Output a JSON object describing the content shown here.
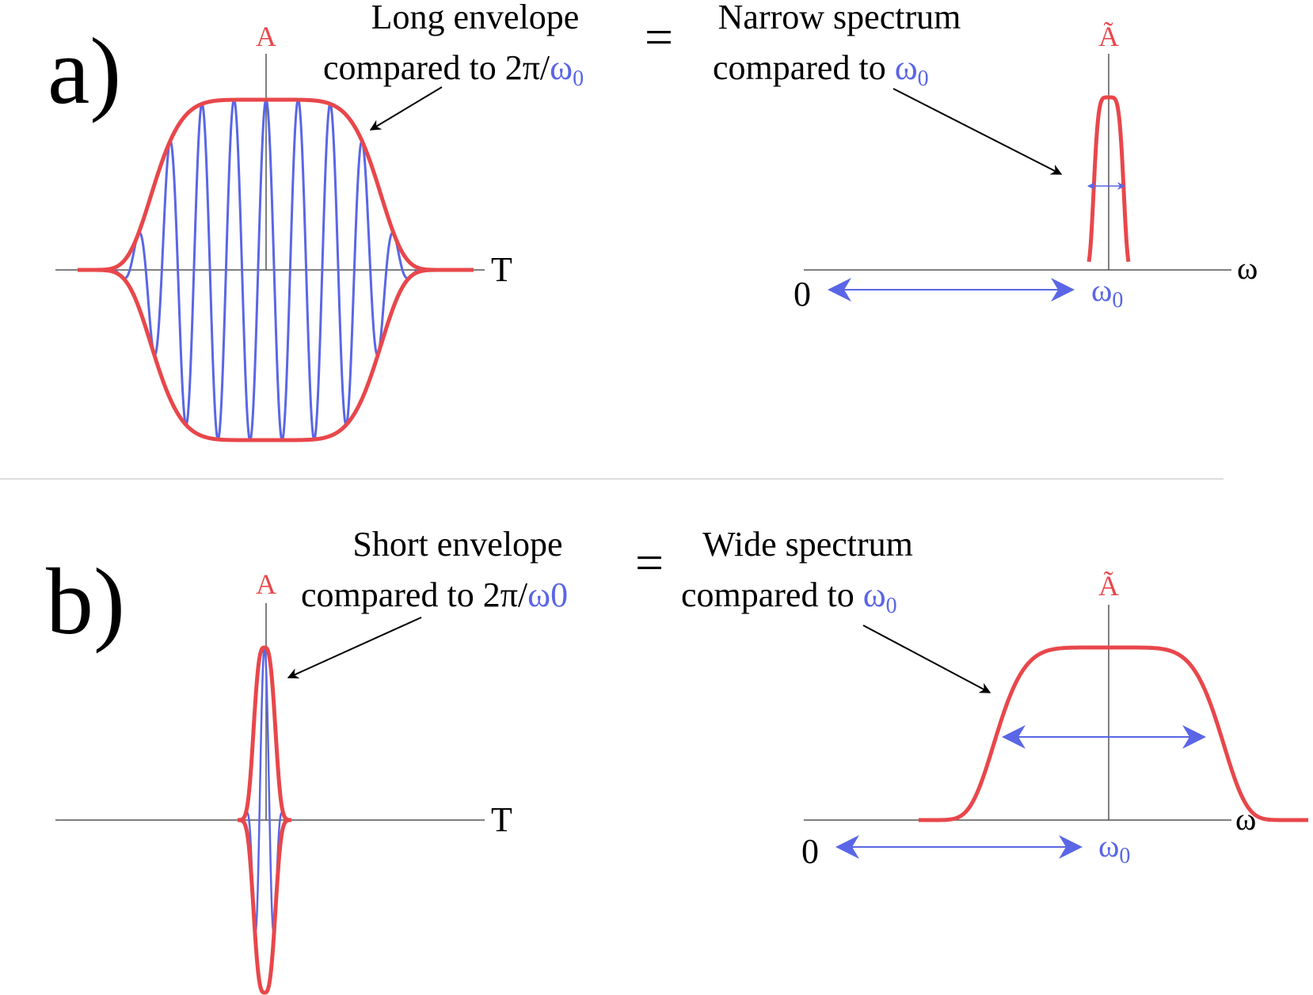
{
  "colors": {
    "envelope": "#e8474b",
    "carrier": "#5a66e6",
    "axis": "#555555",
    "text": "#000000",
    "separator": "#dddddd"
  },
  "equals_sign": "=",
  "panel_a": {
    "label": "a)",
    "time_plot": {
      "amplitude_label": "A",
      "axis_label": "T",
      "caption_line1": "Long envelope",
      "caption_line2_prefix": "compared to 2π/",
      "caption_line2_symbol": "ω",
      "caption_line2_subscript": "0",
      "envelope_width": "long"
    },
    "spectrum_plot": {
      "amplitude_label": "Ã",
      "axis_label": "ω",
      "origin_label": "0",
      "center_label": "ω",
      "center_subscript": "0",
      "caption_line1": "Narrow spectrum",
      "caption_line2_prefix": "compared to ",
      "caption_line2_symbol": "ω",
      "caption_line2_subscript": "0",
      "spectrum_width": "narrow"
    }
  },
  "panel_b": {
    "label": "b)",
    "time_plot": {
      "amplitude_label": "A",
      "axis_label": "T",
      "caption_line1": "Short envelope",
      "caption_line2_prefix": "compared to 2π/",
      "caption_line2_symbol": "ω0",
      "envelope_width": "short"
    },
    "spectrum_plot": {
      "amplitude_label": "Ã",
      "axis_label": "ω",
      "origin_label": "0",
      "center_label": "ω",
      "center_subscript": "0",
      "caption_line1": "Wide spectrum",
      "caption_line2_prefix": "compared to ",
      "caption_line2_symbol": "ω",
      "caption_line2_subscript": "0",
      "spectrum_width": "wide"
    }
  }
}
